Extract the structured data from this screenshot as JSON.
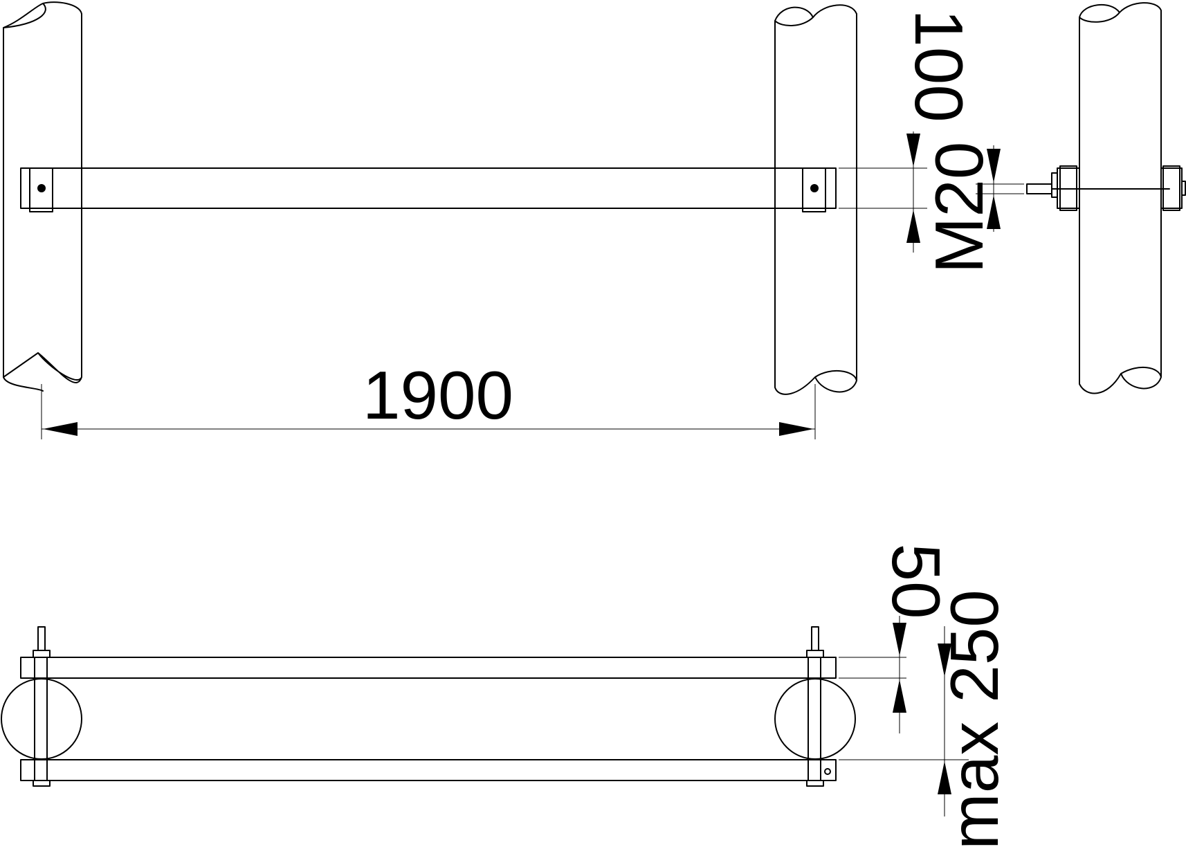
{
  "drawing": {
    "top_view": {
      "overall_length": "1900",
      "bar_height": "100",
      "bolt_size": "M20"
    },
    "bottom_view": {
      "bar_height": "50",
      "clamp_range": "max 250"
    }
  }
}
